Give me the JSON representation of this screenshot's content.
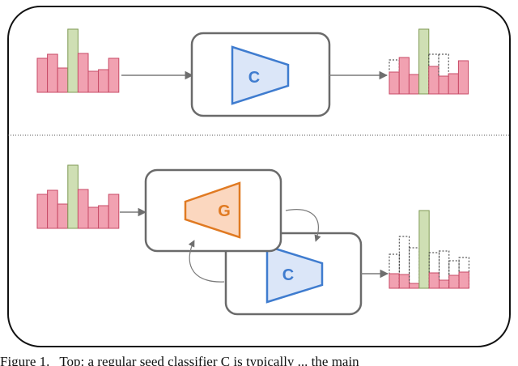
{
  "diagram": {
    "model_label_classifier": "C",
    "model_label_generator": "G",
    "colors": {
      "bar_fill": "#f1a1b1",
      "bar_stroke": "#c84a66",
      "highlight_fill": "#cfdfb4",
      "highlight_stroke": "#7f9a54",
      "classifier_fill": "#dbe6f8",
      "classifier_stroke": "#3f7ccf",
      "generator_fill": "#fbd7bf",
      "generator_stroke": "#e07a22",
      "box_stroke": "#6a6a6a",
      "arrow": "#7a7a7a"
    }
  },
  "caption": {
    "figure_label": "Figure 1.",
    "text": "Top: a regular seed classifier C is typically ... the main"
  }
}
